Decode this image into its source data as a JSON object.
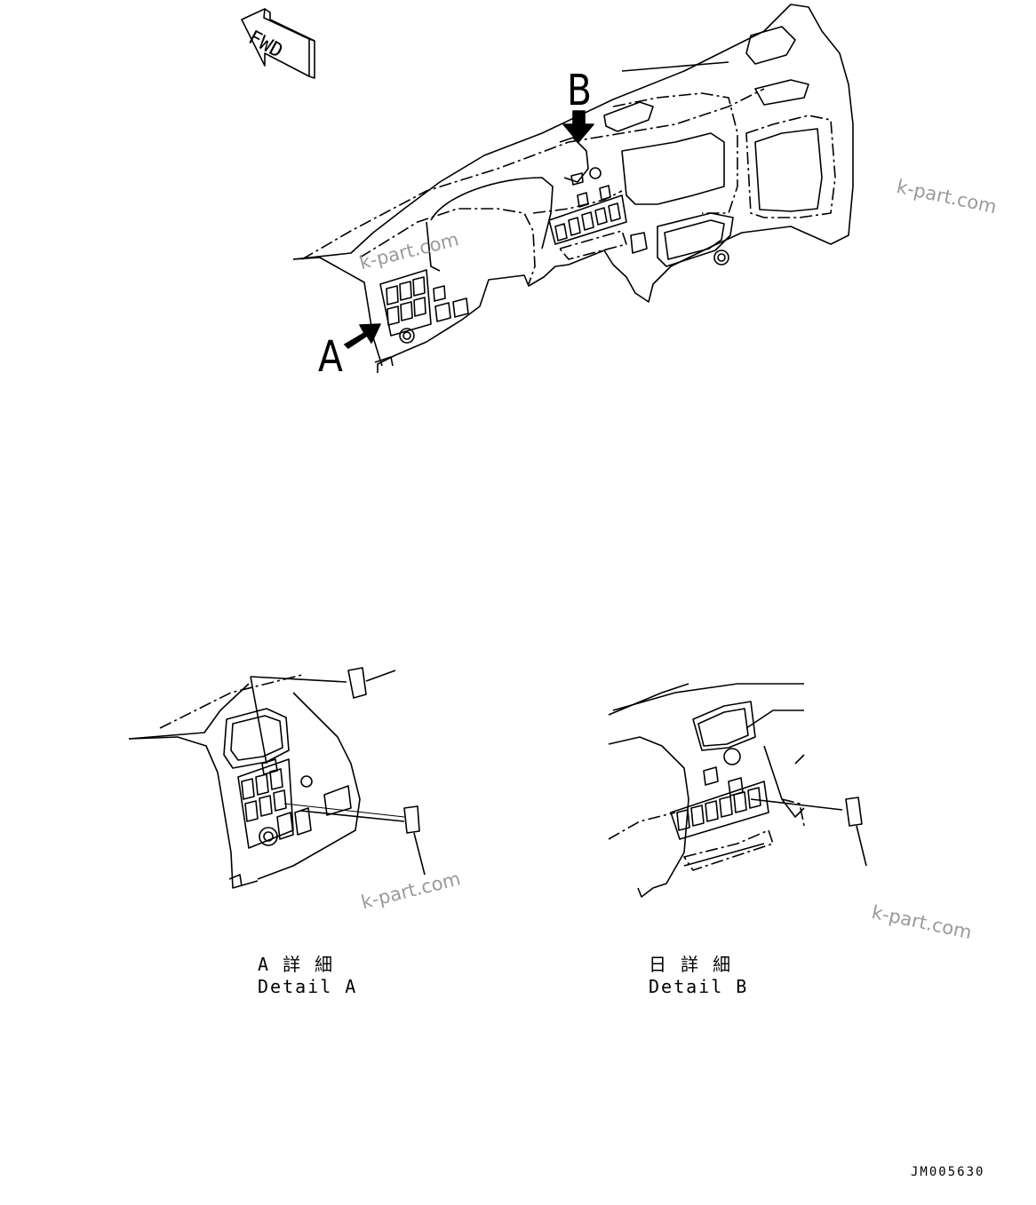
{
  "figure": {
    "fwd_label": "FWD",
    "view_a_label": "A",
    "view_b_label": "B",
    "detail_a_jp": "A 詳 細",
    "detail_a_en": "Detail A",
    "detail_b_jp": "日 詳 細",
    "detail_b_en": "Detail B",
    "drawing_code": "JM005630"
  },
  "watermarks": [
    "k-part.com",
    "k-part.com",
    "k-part.com",
    "k-part.com"
  ]
}
